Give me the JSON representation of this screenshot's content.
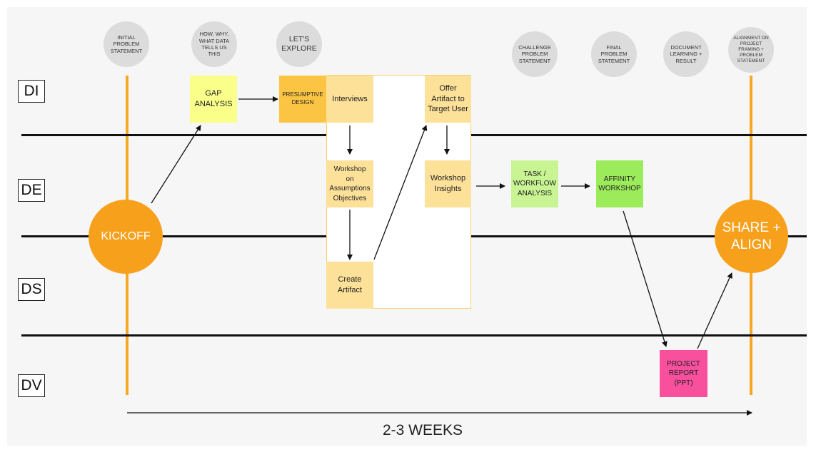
{
  "milestones": {
    "initial_problem": "INITIAL PROBLEM STATEMENT",
    "how_why": "HOW, WHY, WHAT DATA TELLS US THIS",
    "lets_explore": "LET'S EXPLORE",
    "challenge": "CHALLENGE PROBLEM STATEMENT",
    "final": "FINAL PROBLEM STATEMENT",
    "document": "DOCUMENT LEARNING + RESULT",
    "alignment": "ALIGNMENT ON PROJECT FRAMING + PROBLEM STATEMENT"
  },
  "lanes": {
    "di": "DI",
    "de": "DE",
    "ds": "DS",
    "dv": "DV"
  },
  "notes": {
    "gap_analysis": "GAP ANALYSIS",
    "presumptive_design": "PRESUMPTIVE DESIGN",
    "interviews": "Interviews",
    "offer_artifact": "Offer Artifact to Target User",
    "workshop_assumptions": "Workshop on Assumptions Objectives",
    "workshop_insights": "Workshop Insights",
    "create_artifact": "Create Artifact",
    "task_workflow": "TASK / WORKFLOW ANALYSIS",
    "affinity_workshop": "AFFINITY WORKSHOP",
    "project_report": "PROJECT REPORT (PPT)"
  },
  "kickoff": "KICKOFF",
  "share_align": "SHARE + ALIGN",
  "duration": "2-3 WEEKS",
  "colors": {
    "timeline": "#f7a823",
    "circle_orange": "#f7a01c",
    "milestone_gray": "#dcdcdc",
    "note_peach": "#fde199",
    "note_orange": "#fbc443",
    "note_yellow": "#faff8a",
    "note_lightgreen": "#c9f493",
    "note_green": "#9ceb5b",
    "note_pink": "#f8509d"
  }
}
